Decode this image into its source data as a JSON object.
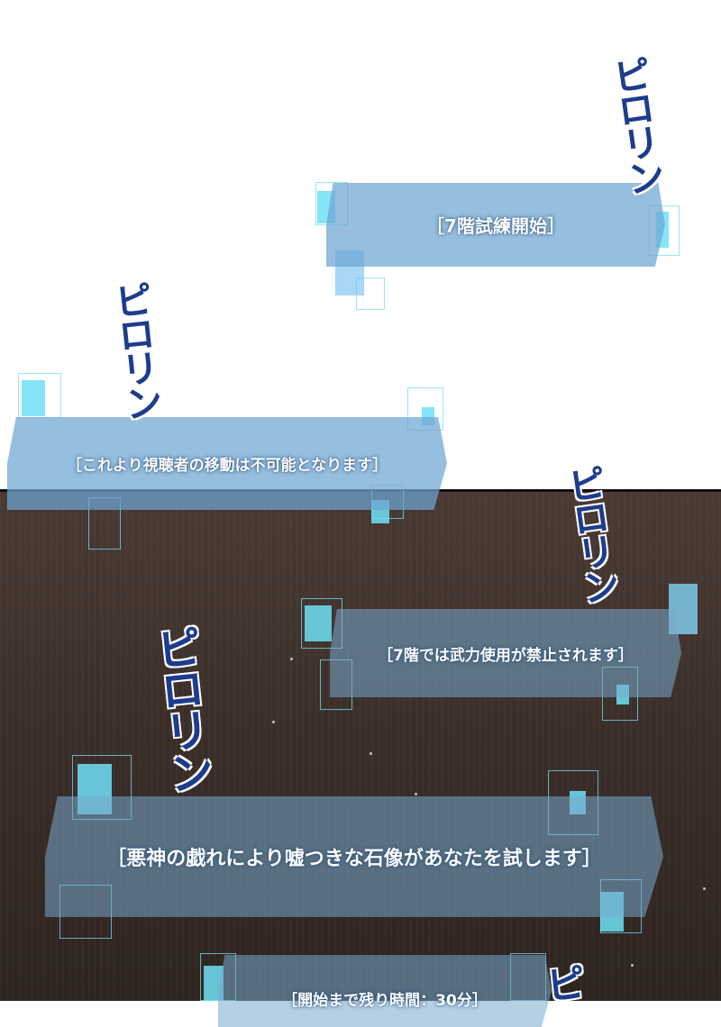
{
  "messages": {
    "m1": "［7階試練開始］",
    "m2": "［これより視聴者の移動は不可能となります］",
    "m3": "［7階では武力使用が禁止されます］",
    "m4": "［悪神の戯れにより嘘つきな石像があなたを試します］",
    "m5": "［開始まで残り時間：30分］"
  },
  "sfx": {
    "piron": "ピロリン",
    "partial": "ピ"
  },
  "colors": {
    "panel": "#6ea5d2",
    "sfx_text": "#1d3c8c",
    "dark_bg": "#3d302b"
  }
}
